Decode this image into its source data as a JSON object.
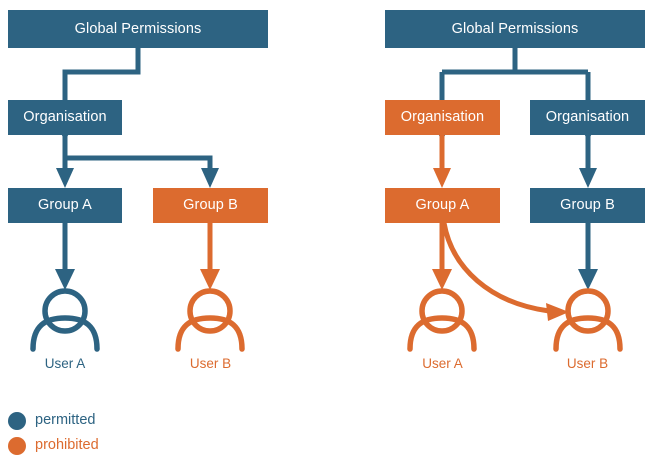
{
  "colors": {
    "permitted": "#2d6382",
    "prohibited": "#dc6b2f",
    "background": "#ffffff"
  },
  "panels": [
    {
      "id": "left",
      "nodes": {
        "global": {
          "label": "Global Permissions",
          "state": "permitted"
        },
        "organisation": {
          "label": "Organisation",
          "state": "permitted"
        },
        "group_a": {
          "label": "Group A",
          "state": "permitted"
        },
        "group_b": {
          "label": "Group B",
          "state": "prohibited"
        },
        "user_a": {
          "label": "User A",
          "state": "permitted"
        },
        "user_b": {
          "label": "User B",
          "state": "prohibited"
        }
      }
    },
    {
      "id": "right",
      "nodes": {
        "global": {
          "label": "Global Permissions",
          "state": "permitted"
        },
        "organisation_a": {
          "label": "Organisation",
          "state": "prohibited"
        },
        "organisation_b": {
          "label": "Organisation",
          "state": "permitted"
        },
        "group_a": {
          "label": "Group A",
          "state": "prohibited"
        },
        "group_b": {
          "label": "Group B",
          "state": "permitted"
        },
        "user_a": {
          "label": "User A",
          "state": "prohibited"
        },
        "user_b": {
          "label": "User B",
          "state": "prohibited"
        }
      }
    }
  ],
  "legend": {
    "items": [
      {
        "label": "permitted",
        "state": "permitted",
        "icon": "filled-circle-icon"
      },
      {
        "label": "prohibited",
        "state": "prohibited",
        "icon": "filled-circle-icon"
      }
    ]
  }
}
